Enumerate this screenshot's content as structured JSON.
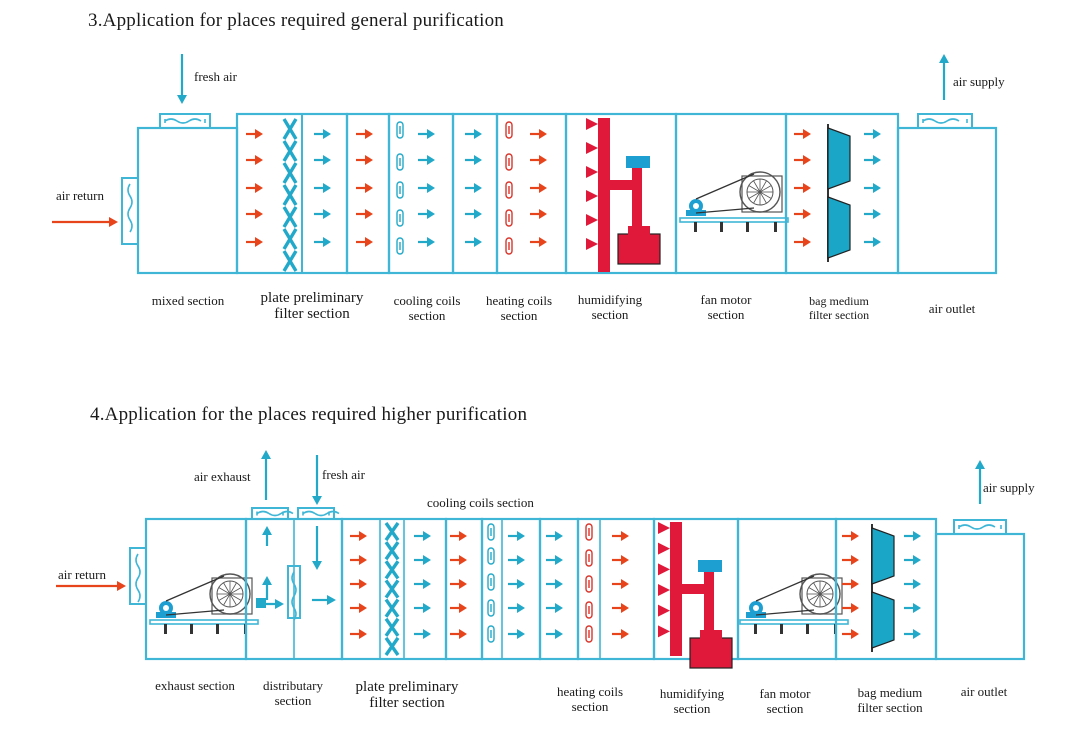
{
  "colors": {
    "frame": "#3fb6d6",
    "arrow_red": "#e8441c",
    "arrow_blue": "#22a9c9",
    "heater": "#d8352a",
    "humidifier": "#e0183a",
    "fan": "#1e9fd1",
    "filter_fill": "#1aa6c6"
  },
  "diagram1": {
    "heading": "3.Application for places required general purification",
    "inputs": {
      "fresh_air": "fresh air",
      "air_return": "air return",
      "air_supply": "air supply"
    },
    "sections": [
      {
        "lines": [
          "mixed section"
        ]
      },
      {
        "lines": [
          "plate preliminary",
          "filter section"
        ]
      },
      {
        "lines": [
          "cooling coils",
          "section"
        ]
      },
      {
        "lines": [
          "heating coils",
          "section"
        ]
      },
      {
        "lines": [
          "humidifying",
          "section"
        ]
      },
      {
        "lines": [
          "fan motor",
          "section"
        ]
      },
      {
        "lines": [
          "bag medium",
          "filter section"
        ]
      },
      {
        "lines": [
          "air outlet"
        ]
      }
    ]
  },
  "diagram2": {
    "heading": "4.Application for the places required higher purification",
    "inputs": {
      "air_exhaust": "air exhaust",
      "fresh_air": "fresh air",
      "air_return": "air return",
      "air_supply": "air supply"
    },
    "cooling_top": "cooling coils section",
    "sections": [
      {
        "lines": [
          "exhaust section"
        ]
      },
      {
        "lines": [
          "distributary",
          "section"
        ]
      },
      {
        "lines": [
          "plate preliminary",
          "filter section"
        ]
      },
      {
        "lines": [
          "heating coils",
          "section"
        ]
      },
      {
        "lines": [
          "humidifying",
          "section"
        ]
      },
      {
        "lines": [
          "fan motor",
          "section"
        ]
      },
      {
        "lines": [
          "bag medium",
          "filter section"
        ]
      },
      {
        "lines": [
          "air outlet"
        ]
      }
    ]
  }
}
